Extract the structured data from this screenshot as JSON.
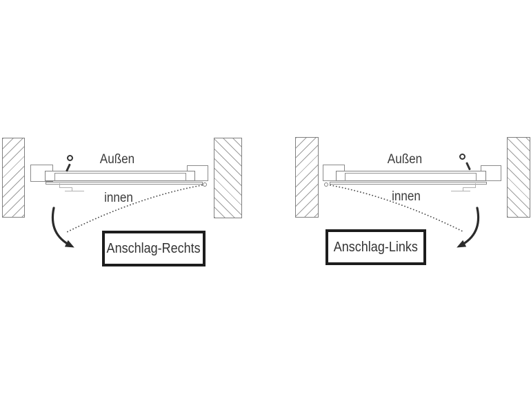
{
  "figure": {
    "type": "door-hinge-orientation-diagram",
    "background": "#ffffff",
    "colors": {
      "line_gray": "#7f7f7f",
      "hatch_gray": "#9c9c9c",
      "handle_gray": "#b0b0b0",
      "knob_dark": "#333333",
      "arrow_dark": "#2b2b2b",
      "dotted_line": "#4d4d4d",
      "caption_border": "#1d1d1d",
      "text": "#3a3a3a"
    },
    "icons": {
      "door-knob": "circle-with-stem",
      "hinge-pivot": "small-circle",
      "swing-arrow": "curved-arrow-with-head",
      "swing-path": "dotted-diagonal-line",
      "wall": "hatched-rectangle",
      "interior-handle": "stepped-line-bracket"
    },
    "diagrams": [
      {
        "id": "right-hinged",
        "hinge_side": "right",
        "outside_label": "Außen",
        "inside_label": "innen",
        "caption": "Anschlag-Rechts"
      },
      {
        "id": "left-hinged",
        "hinge_side": "left",
        "outside_label": "Außen",
        "inside_label": "innen",
        "caption": "Anschlag-Links"
      }
    ]
  }
}
